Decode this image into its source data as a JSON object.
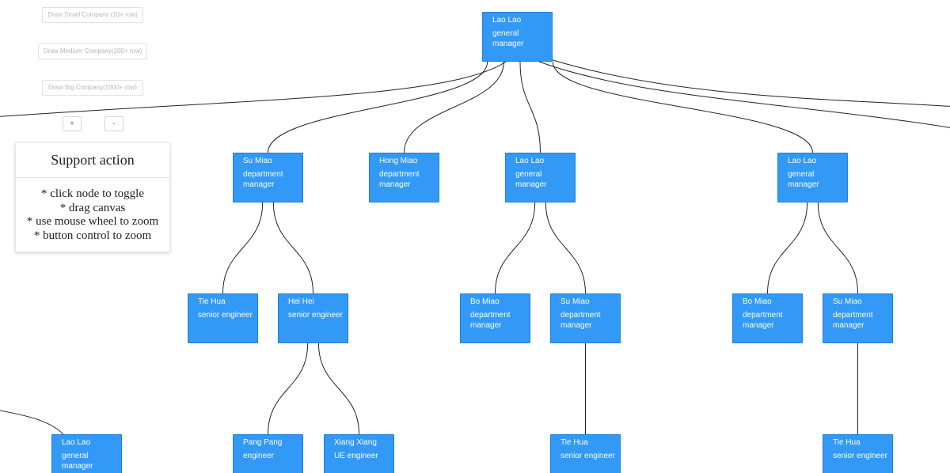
{
  "controls": {
    "draw_small": "Draw Small Company (10+ row)",
    "draw_medium": "Draw Medium Company(100+ row)",
    "draw_big": "Draw Big Company(1000+ row)",
    "zoom_in": "+",
    "zoom_out": "-"
  },
  "help": {
    "title": "Support action",
    "items": [
      "* click node to toggle",
      "* drag canvas",
      "* use mouse wheel to zoom",
      "* button control to zoom"
    ]
  },
  "colors": {
    "node_fill": "#3399f7",
    "node_border": "#1e7fd9",
    "node_text": "#ffffff",
    "edge": "#222222"
  },
  "nodes": [
    {
      "id": "root",
      "name": "Lao Lao",
      "title": "general manager"
    },
    {
      "id": "n1",
      "parent": "root",
      "name": "Su Miao",
      "title": "department manager"
    },
    {
      "id": "n2",
      "parent": "root",
      "name": "Hong Miao",
      "title": "department manager"
    },
    {
      "id": "n3",
      "parent": "root",
      "name": "Lao Lao",
      "title": "general manager"
    },
    {
      "id": "n4",
      "parent": "root",
      "name": "Lao Lao",
      "title": "general manager"
    },
    {
      "id": "n1a",
      "parent": "n1",
      "name": "Tie Hua",
      "title": "senior engineer"
    },
    {
      "id": "n1b",
      "parent": "n1",
      "name": "Hei Hei",
      "title": "senior engineer"
    },
    {
      "id": "n1b1",
      "parent": "n1b",
      "name": "Pang Pang",
      "title": "engineer"
    },
    {
      "id": "n1b2",
      "parent": "n1b",
      "name": "Xiang Xiang",
      "title": "UE engineer"
    },
    {
      "id": "n3a",
      "parent": "n3",
      "name": "Bo Miao",
      "title": "department manager"
    },
    {
      "id": "n3b",
      "parent": "n3",
      "name": "Su Miao",
      "title": "department manager"
    },
    {
      "id": "n3b1",
      "parent": "n3b",
      "name": "Tie Hua",
      "title": "senior engineer"
    },
    {
      "id": "n4a",
      "parent": "n4",
      "name": "Bo Miao",
      "title": "department manager"
    },
    {
      "id": "n4b",
      "parent": "n4",
      "name": "Su Miao",
      "title": "department manager"
    },
    {
      "id": "n4b1",
      "parent": "n4b",
      "name": "Tie Hua",
      "title": "senior engineer"
    },
    {
      "id": "nL",
      "name": "Lao Lao",
      "title": "general manager"
    }
  ]
}
